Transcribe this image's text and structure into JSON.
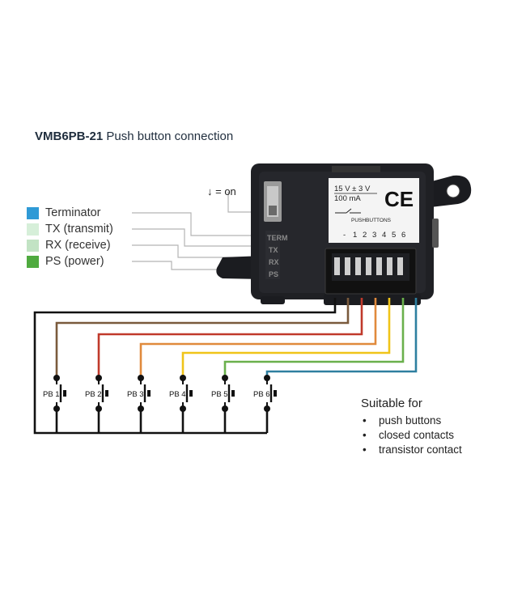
{
  "title": {
    "model": "VMB6PB-21",
    "text": "Push button connection"
  },
  "switch_label": "↓ = on",
  "legend": [
    {
      "label": "Terminator",
      "color": "#2f9ad6"
    },
    {
      "label": "TX (transmit)",
      "color": "#d6efd9"
    },
    {
      "label": "RX (receive)",
      "color": "#c2e3c4"
    },
    {
      "label": "PS (power)",
      "color": "#4faa3f"
    }
  ],
  "module": {
    "rating_voltage": "15 V ± 3 V",
    "rating_current": "100 mA",
    "ce_mark": "CE",
    "pushbuttons_label": "PUSHBUTTONS",
    "pin_labels": [
      "-",
      "1",
      "2",
      "3",
      "4",
      "5",
      "6"
    ],
    "side_labels": [
      "TERM",
      "TX",
      "RX",
      "PS"
    ]
  },
  "wires": {
    "common": "#111111",
    "pb1": "#7a5a3c",
    "pb2": "#c0392b",
    "pb3": "#e08a3c",
    "pb4": "#f0c419",
    "pb5": "#6ab04c",
    "pb6": "#2e7fa0"
  },
  "buttons": [
    "PB 1",
    "PB 2",
    "PB 3",
    "PB 4",
    "PB 5",
    "PB 6"
  ],
  "suitable": {
    "heading": "Suitable for",
    "items": [
      "push buttons",
      "closed contacts",
      "transistor contact"
    ]
  }
}
